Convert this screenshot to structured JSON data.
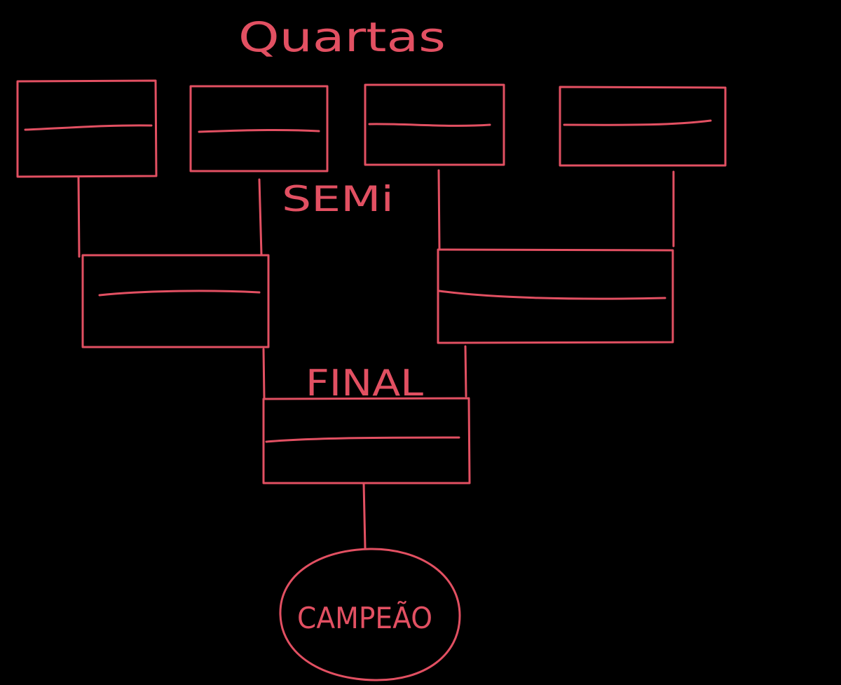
{
  "diagram": {
    "ink_color": "#e25062",
    "background_color": "#000000",
    "labels": {
      "quarter_finals": "Quartas",
      "semi_finals": "SEMi",
      "final": "FINAL",
      "champion": "CAMPEÃO"
    }
  }
}
